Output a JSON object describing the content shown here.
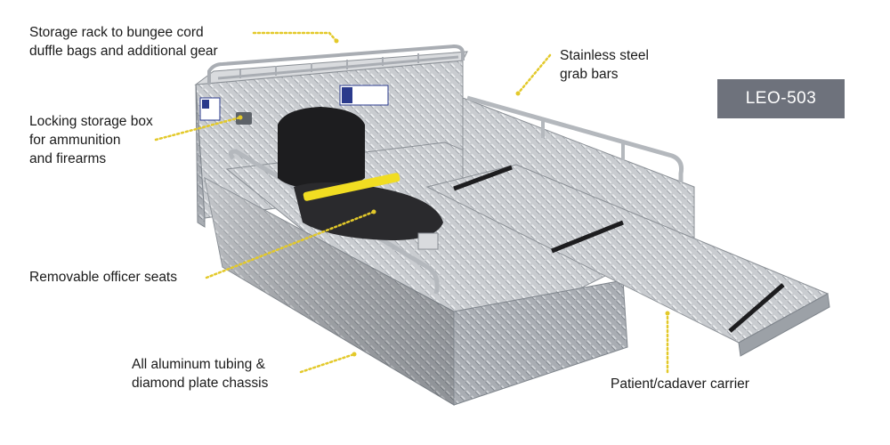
{
  "callouts": {
    "storage_rack": [
      "Storage rack to bungee cord",
      "duffle bags and additional gear"
    ],
    "grab_bars": [
      "Stainless steel",
      "grab bars"
    ],
    "locking_box": [
      "Locking storage box",
      "for ammunition",
      "and firearms"
    ],
    "officer_seats": [
      "Removable officer seats"
    ],
    "chassis": [
      "All aluminum tubing &",
      "diamond plate chassis"
    ],
    "carrier": [
      "Patient/cadaver carrier"
    ]
  },
  "model_badge": {
    "label": "LEO-503"
  },
  "colors": {
    "badge_bg": "#6e727c",
    "leader_dot": "#e3c92a",
    "aluminum_light": "#d9dbde",
    "aluminum_mid": "#b4b8bd",
    "aluminum_dark": "#8a8f95",
    "seat_black": "#1d1d1f",
    "strap_yellow": "#f1dd22",
    "decal_blue": "#2a3a8c"
  }
}
